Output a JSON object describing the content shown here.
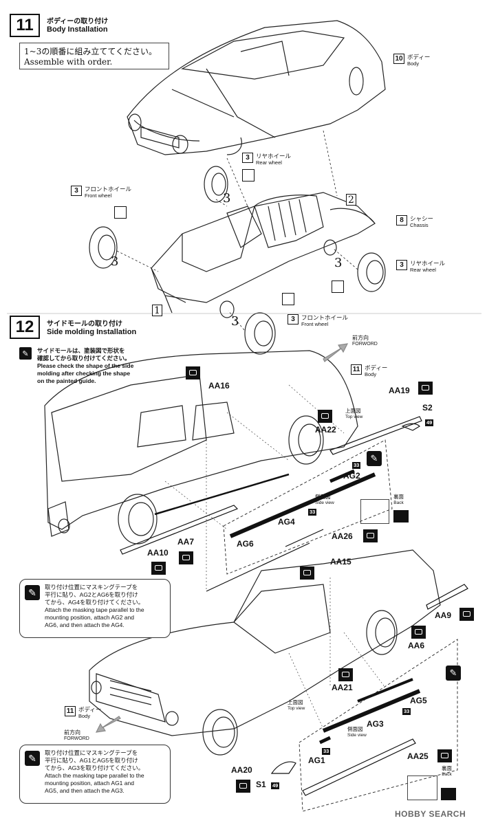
{
  "step11": {
    "number": "11",
    "title_jp": "ボディーの取り付け",
    "title_en": "Body Installation",
    "order_jp": "1~3の順番に組み立ててください。",
    "order_en": "Assemble with order.",
    "refs": {
      "body": {
        "num": "10",
        "jp": "ボディー",
        "en": "Body"
      },
      "rear_wheel_top": {
        "num": "3",
        "jp": "リヤホイール",
        "en": "Rear wheel"
      },
      "front_wheel_left": {
        "num": "3",
        "jp": "フロントホイール",
        "en": "Front wheel"
      },
      "chassis": {
        "num": "8",
        "jp": "シャシー",
        "en": "Chassis"
      },
      "rear_wheel_right": {
        "num": "3",
        "jp": "リヤホイール",
        "en": "Rear wheel"
      },
      "front_wheel_bottom": {
        "num": "3",
        "jp": "フロントホイール",
        "en": "Front wheel"
      }
    },
    "order_marks": [
      "1",
      "2",
      "3",
      "3",
      "3",
      "3"
    ]
  },
  "step12": {
    "number": "12",
    "title_jp": "サイドモールの取り付け",
    "title_en": "Side molding  Installation",
    "note1_jp": [
      "サイドモールは、塗装図で形状を",
      "確認してから取り付けてください。"
    ],
    "note1_en": [
      "Please check the shape of the side",
      "molding after checking the shape",
      "on the painted guide."
    ],
    "direction_jp": "前方向",
    "direction_en": "FORWORD",
    "body_ref": {
      "num": "11",
      "jp": "ボディー",
      "en": "Body"
    },
    "top_view_jp": "上面図",
    "top_view_en": "Top view",
    "side_view_jp": "側面図",
    "side_view_en": "Side view",
    "back_jp": "裏面",
    "back_en": "Back",
    "paint_code": "33",
    "decal_code": "49",
    "upper_parts": [
      "AA16",
      "AA19",
      "S2",
      "AA22",
      "AG2",
      "AG4",
      "AA26",
      "AG6",
      "AA10",
      "AA7"
    ],
    "note2_jp": [
      "取り付け位置にマスキングテープを",
      "平行に貼り、AG2とAG6を取り付け",
      "てから、AG4を取り付けてください。"
    ],
    "note2_en": [
      "Attach the masking tape parallel to the",
      "mounting position, attach AG2 and",
      "AG6, and then attach the AG4."
    ],
    "lower_parts": [
      "AA15",
      "AA9",
      "AA6",
      "AA21",
      "AG5",
      "AG3",
      "AG1",
      "AA25",
      "AA20",
      "S1"
    ],
    "note3_jp": [
      "取り付け位置にマスキングテープを",
      "平行に貼り、AG1とAG5を取り付け",
      "てから、AG3を取り付けてください。"
    ],
    "note3_en": [
      "Attach the masking tape parallel to the",
      "mounting position, attach AG1 and",
      "AG5, and then attach the AG3."
    ]
  },
  "watermark": "HOBBY SEARCH",
  "icons": [
    "cement-icon",
    "no-cement-icon",
    "paint-icon",
    "caution-icon"
  ]
}
